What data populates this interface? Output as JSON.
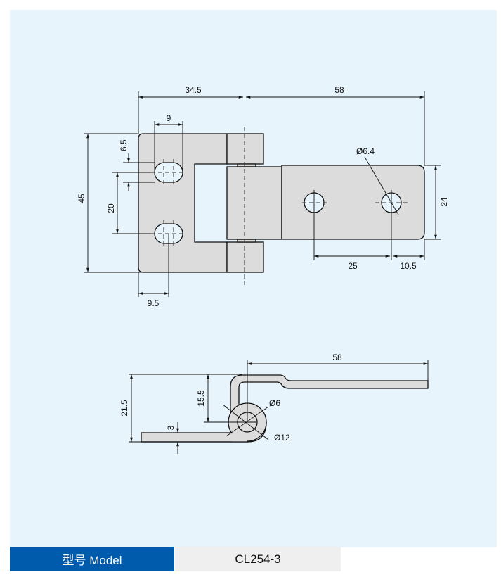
{
  "top_view": {
    "dims": {
      "width_left": "34.5",
      "width_right": "58",
      "slot_width": "9",
      "slot_height": "6.5",
      "slot_spacing": "20",
      "height": "45",
      "slot_offset": "9.5",
      "hole_dia": "Ø6.4",
      "leaf_height": "24",
      "hole_spacing": "25",
      "hole_edge": "10.5"
    }
  },
  "side_view": {
    "dims": {
      "length": "58",
      "height": "21.5",
      "pin_height": "15.5",
      "thickness": "3",
      "pin_dia": "Ø6",
      "knuckle_dia": "Ø12"
    }
  },
  "model": {
    "label": "型号 Model",
    "value": "CL254-3"
  },
  "colors": {
    "panel": "#e8f4fc",
    "brand": "#005bac",
    "part": "#dcdcdc"
  }
}
